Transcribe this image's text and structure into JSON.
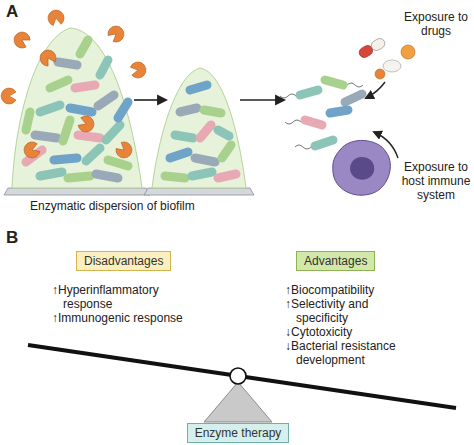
{
  "diagram": {
    "nodes": [
      {
        "text": [
          "Disadvantages"
        ]
      },
      {
        "text": [
          "Advantages"
        ]
      },
      {
        "text": [
          "Enzyme therapy"
        ]
      }
    ],
    "labels": [
      "A",
      "Exposure to drugs",
      "Enzymatic dispersion of biofilm",
      "Exposure to host immune system",
      "B",
      "↑Hyperinflammatory response",
      "↑Immunogenic response",
      "↑Biocompatibility",
      "↑Selectivity and specificity",
      "↓Cytotoxicity",
      "↓Bacterial resistance development"
    ]
  }
}
